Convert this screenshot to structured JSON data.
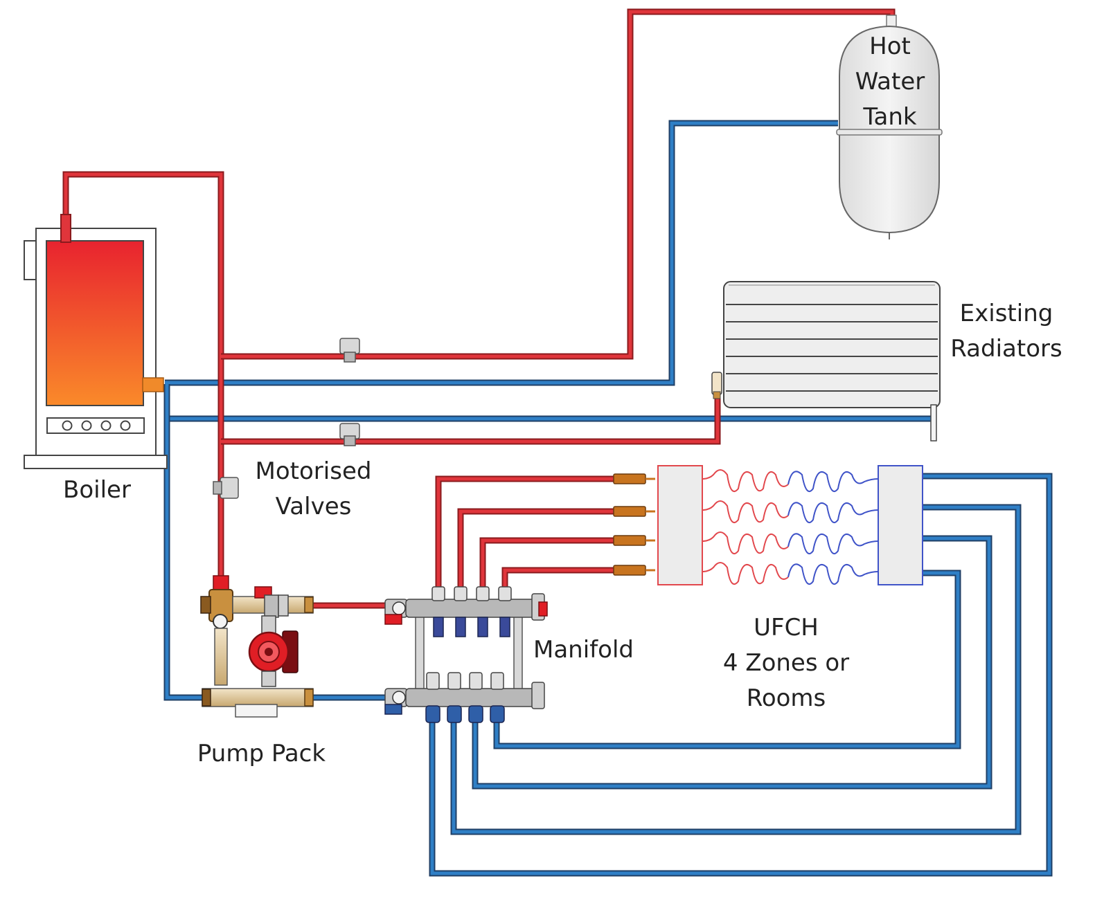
{
  "labels": {
    "hot_water_tank": [
      "Hot",
      "Water",
      "Tank"
    ],
    "existing_radiators": [
      "Existing",
      "Radiators"
    ],
    "boiler": "Boiler",
    "motorised_valves": [
      "Motorised",
      "Valves"
    ],
    "manifold": "Manifold",
    "ufch": [
      "UFCH",
      "4 Zones or",
      "Rooms"
    ],
    "pump_pack": "Pump Pack"
  },
  "colors": {
    "flow_pipe": "#e0353b",
    "return_pipe": "#2f7fc6",
    "pipe_outline": "#1f3f66",
    "flow_outline": "#8a1a1d",
    "component_grey": "#ebebeb",
    "component_outline": "#555555",
    "boiler_hot": "#e8232f",
    "boiler_warm": "#fa8a2a",
    "pump_red": "#e01e25",
    "brass": "#c9903f",
    "ufch_flow_coil": "#e2474c",
    "ufch_return_coil": "#3f53c8"
  }
}
